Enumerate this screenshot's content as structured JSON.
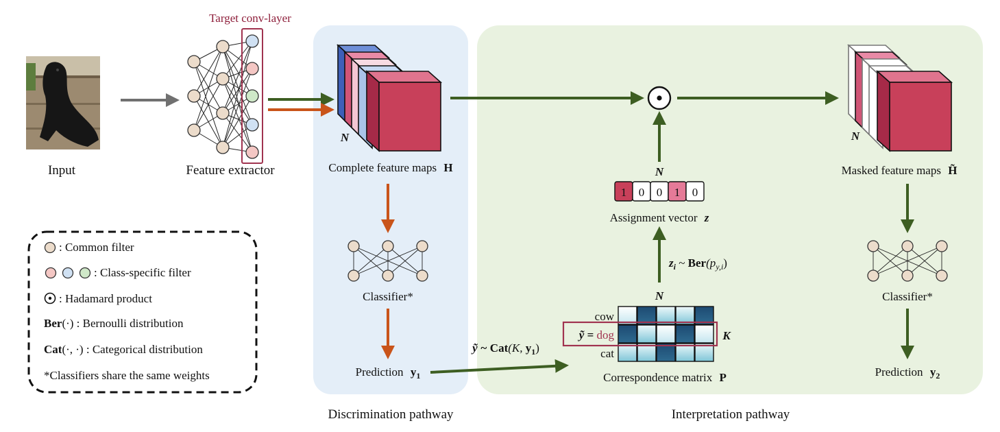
{
  "input": {
    "label": "Input"
  },
  "feature_extractor": {
    "label": "Feature extractor",
    "target_label": "Target conv-layer"
  },
  "complete_maps": {
    "label": "Complete feature maps",
    "symbol": "H",
    "n_label": "N"
  },
  "classifier_left": {
    "label": "Classifier*"
  },
  "prediction_left": {
    "label": "Prediction",
    "symbol": "y",
    "subscript": "1"
  },
  "sampling_y": {
    "lhs": "ỹ ~ ",
    "op": "Cat",
    "args": "(K, ",
    "arg_bold": "y",
    "arg_sub": "1",
    "close": ")"
  },
  "hadamard": {
    "symbol": "⊙"
  },
  "assignment": {
    "label": "Assignment vector",
    "symbol": "z",
    "n_label": "N",
    "values": [
      "1",
      "0",
      "0",
      "1",
      "0"
    ]
  },
  "sampling_z": {
    "lhs": "z",
    "lhs_sub": "i",
    "tilde": " ~ ",
    "op": "Ber",
    "args": "(p",
    "args_sub": "y,i",
    "close": ")"
  },
  "correspondence": {
    "label": "Correspondence matrix",
    "symbol": "P",
    "n_label": "N",
    "k_label": "K",
    "row_cow": "cow",
    "row_dog_prefix": "ỹ = ",
    "row_dog": "dog",
    "row_cat": "cat"
  },
  "masked_maps": {
    "label": "Masked feature maps",
    "symbol": "H̃",
    "n_label": "N"
  },
  "classifier_right": {
    "label": "Classifier*"
  },
  "prediction_right": {
    "label": "Prediction",
    "symbol": "y",
    "subscript": "2"
  },
  "pathways": {
    "discrimination": "Discrimination pathway",
    "interpretation": "Interpretation pathway"
  },
  "legend": {
    "common": ": Common filter",
    "class_specific": ": Class-specific filter",
    "hadamard": ": Hadamard product",
    "ber_op": "Ber",
    "ber_args": "(·)",
    "ber_desc": " : Bernoulli distribution",
    "cat_op": "Cat",
    "cat_args": "(·, ·)",
    "cat_desc": "  : Categorical distribution",
    "note": "*Classifiers share the same weights"
  },
  "colors": {
    "discrimination_bg": "#e4eef8",
    "interpretation_bg": "#e9f2e0",
    "green_arrow": "#3d5e22",
    "orange_arrow": "#c9541a",
    "gray_arrow": "#707070",
    "crimson": "#c8405a",
    "target_box": "#a0334f"
  }
}
